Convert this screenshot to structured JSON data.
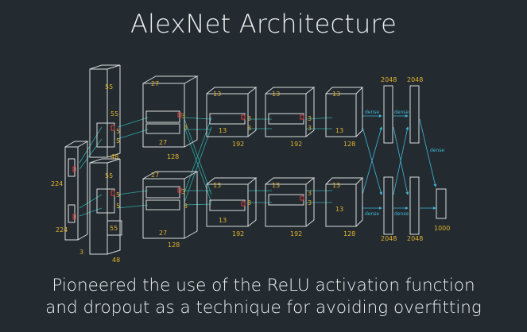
{
  "slide": {
    "title": "AlexNet Architecture",
    "caption_line1": "Pioneered the use of the ReLU activation function",
    "caption_line2": "and dropout as a technique for avoiding overfitting"
  },
  "colors": {
    "background": "#232b31",
    "box_stroke": "#d8dbdc",
    "label_text": "#e0b12c",
    "connection": "#2fb6b0",
    "dense_arrow": "#3fb6d6",
    "kernel": "#d94141"
  },
  "diagram": {
    "input": {
      "height": "224",
      "width": "224",
      "depth": "3"
    },
    "conv1": {
      "top_height": "55",
      "top_width": "55",
      "depth": "48",
      "bottom_height": "55",
      "bottom_width": "55",
      "bottom_depth": "48",
      "k_a": "5",
      "k_b": "5",
      "k_c": "5",
      "k_d": "5"
    },
    "conv2": {
      "top_size": "27",
      "top_side": "27",
      "depth": "128",
      "bottom_size": "27",
      "bottom_side": "27",
      "bottom_depth": "128",
      "k_a": "3",
      "k_b": "3",
      "k_c": "3",
      "k_d": "3"
    },
    "conv3": {
      "top_size": "13",
      "top_side": "13",
      "depth": "192",
      "bottom_size": "13",
      "bottom_side": "13",
      "bottom_depth": "192",
      "k_a": "3",
      "k_b": "3",
      "k_c": "3",
      "k_d": "3"
    },
    "conv4": {
      "top_size": "13",
      "depth": "192",
      "bottom_size": "13",
      "bottom_depth": "192",
      "k_a": "3",
      "k_b": "3",
      "k_c": "3",
      "k_d": "3"
    },
    "conv5": {
      "top_size": "13",
      "top_side": "13",
      "depth": "128",
      "bottom_size": "13",
      "bottom_side": "13",
      "bottom_depth": "128"
    },
    "fc": {
      "fc6_top": "2048",
      "fc7_top": "2048",
      "fc6_bottom": "2048",
      "fc7_bottom": "2048",
      "output": "1000",
      "dense_1": "dense",
      "dense_2": "dense",
      "dense_3": "dense",
      "dense_4": "dense",
      "dense_5": "dense"
    }
  }
}
